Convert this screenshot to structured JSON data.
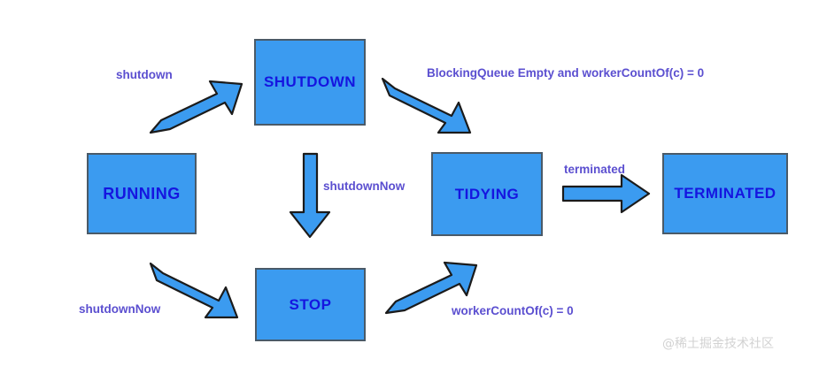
{
  "diagram": {
    "title": "ThreadPoolExecutor state transition diagram",
    "colors": {
      "box_fill": "#3b9bf0",
      "box_border": "#4a5a68",
      "box_text": "#1515e0",
      "label_text": "#5b4fd0",
      "arrow_fill": "#3b9bf0",
      "arrow_stroke": "#1b1b1b",
      "background": "#ffffff",
      "watermark": "#d2d2d2"
    },
    "states": [
      {
        "id": "running",
        "label": "RUNNING"
      },
      {
        "id": "shutdown",
        "label": "SHUTDOWN"
      },
      {
        "id": "stop",
        "label": "STOP"
      },
      {
        "id": "tidying",
        "label": "TIDYING"
      },
      {
        "id": "terminated",
        "label": "TERMINATED"
      }
    ],
    "transitions": [
      {
        "id": "running-to-shutdown",
        "from": "RUNNING",
        "to": "SHUTDOWN",
        "label": "shutdown"
      },
      {
        "id": "running-to-stop",
        "from": "RUNNING",
        "to": "STOP",
        "label": "shutdownNow"
      },
      {
        "id": "shutdown-to-stop",
        "from": "SHUTDOWN",
        "to": "STOP",
        "label": "shutdownNow"
      },
      {
        "id": "shutdown-to-tidying",
        "from": "SHUTDOWN",
        "to": "TIDYING",
        "label": "BlockingQueue Empty and workerCountOf(c) = 0"
      },
      {
        "id": "stop-to-tidying",
        "from": "STOP",
        "to": "TIDYING",
        "label": "workerCountOf(c) = 0"
      },
      {
        "id": "tidying-to-terminated",
        "from": "TIDYING",
        "to": "TERMINATED",
        "label": "terminated"
      }
    ],
    "watermark": "@稀土掘金技术社区"
  }
}
